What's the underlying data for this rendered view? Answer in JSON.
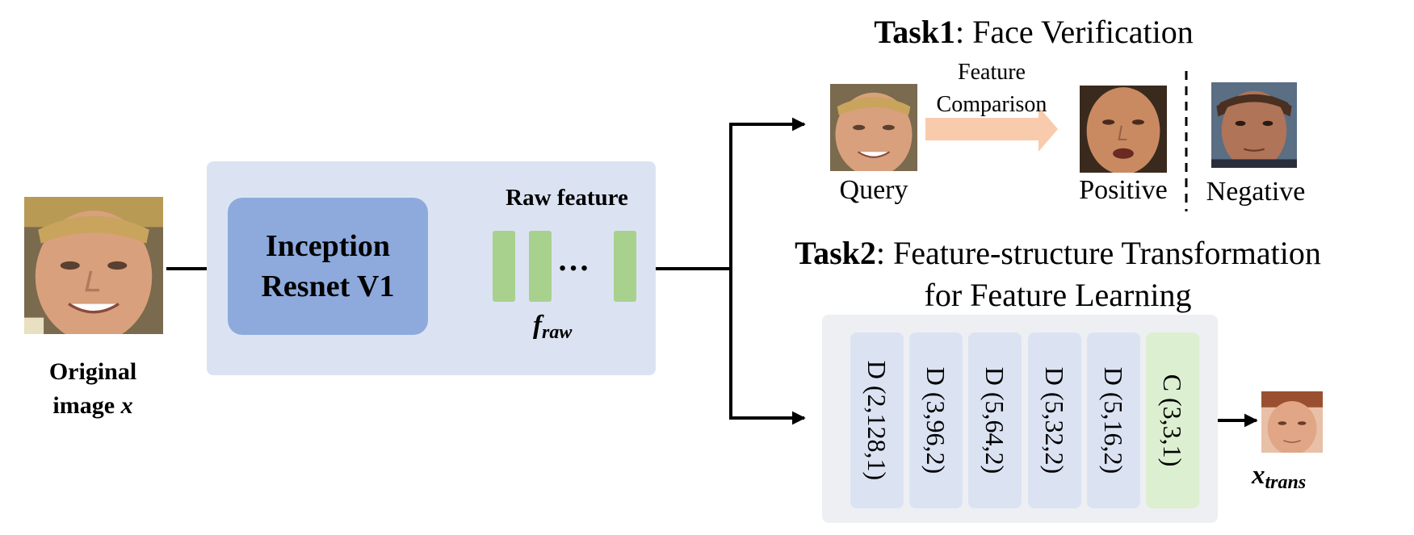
{
  "input": {
    "label_line1": "Original",
    "label_line2": "image ",
    "label_var": "x"
  },
  "encoder": {
    "block_line1": "Inception",
    "block_line2": "Resnet V1",
    "raw_feature_label": "Raw feature",
    "ellipsis": "…",
    "feature_var": "f",
    "feature_sub": "raw"
  },
  "task1": {
    "title_bold": "Task1",
    "title_rest": ": Face Verification",
    "comparison_line1": "Feature",
    "comparison_line2": "Comparison",
    "query_label": "Query",
    "positive_label": "Positive",
    "negative_label": "Negative"
  },
  "task2": {
    "title_bold": "Task2",
    "title_rest": ": Feature-structure Transformation",
    "title_line2": "for Feature Learning",
    "layers": [
      {
        "label": "D (2,128,1)",
        "kind": "deconv"
      },
      {
        "label": "D (3,96,2)",
        "kind": "deconv"
      },
      {
        "label": "D (5,64,2)",
        "kind": "deconv"
      },
      {
        "label": "D (5,32,2)",
        "kind": "deconv"
      },
      {
        "label": "D (5,16,2)",
        "kind": "deconv"
      },
      {
        "label": "C (3,3,1)",
        "kind": "conv"
      }
    ],
    "output_var": "x",
    "output_sub": "trans"
  },
  "colors": {
    "encoder_panel": "#dbe3f3",
    "inception_block": "#8eaadc",
    "feature_bar": "#a9d18e",
    "comparison_arrow": "#f8cbad",
    "decoder_panel": "#edeff2",
    "deconv_layer": "#dbe3f3",
    "conv_layer": "#dcefd0"
  },
  "icons": [
    "face-photo",
    "arrow-right",
    "dashed-divider"
  ]
}
